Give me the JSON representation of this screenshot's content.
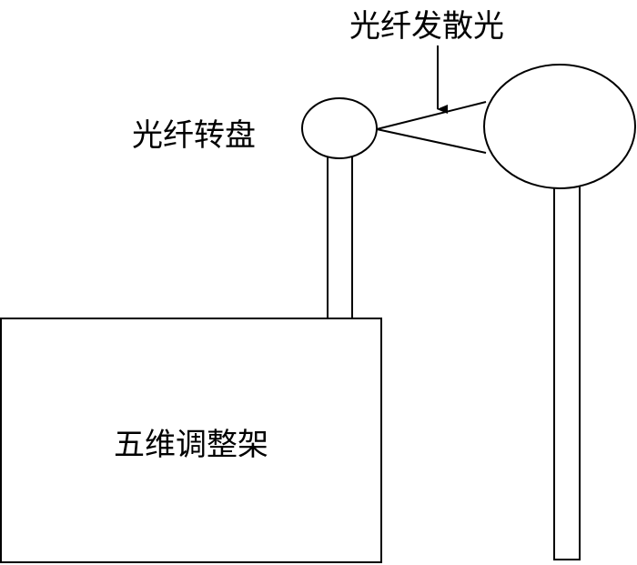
{
  "labels": {
    "divergent_light": "光纤发散光",
    "fiber_turntable": "光纤转盘",
    "five_axis_mount": "五维调整架"
  },
  "colors": {
    "stroke": "#000000",
    "background": "#ffffff"
  }
}
